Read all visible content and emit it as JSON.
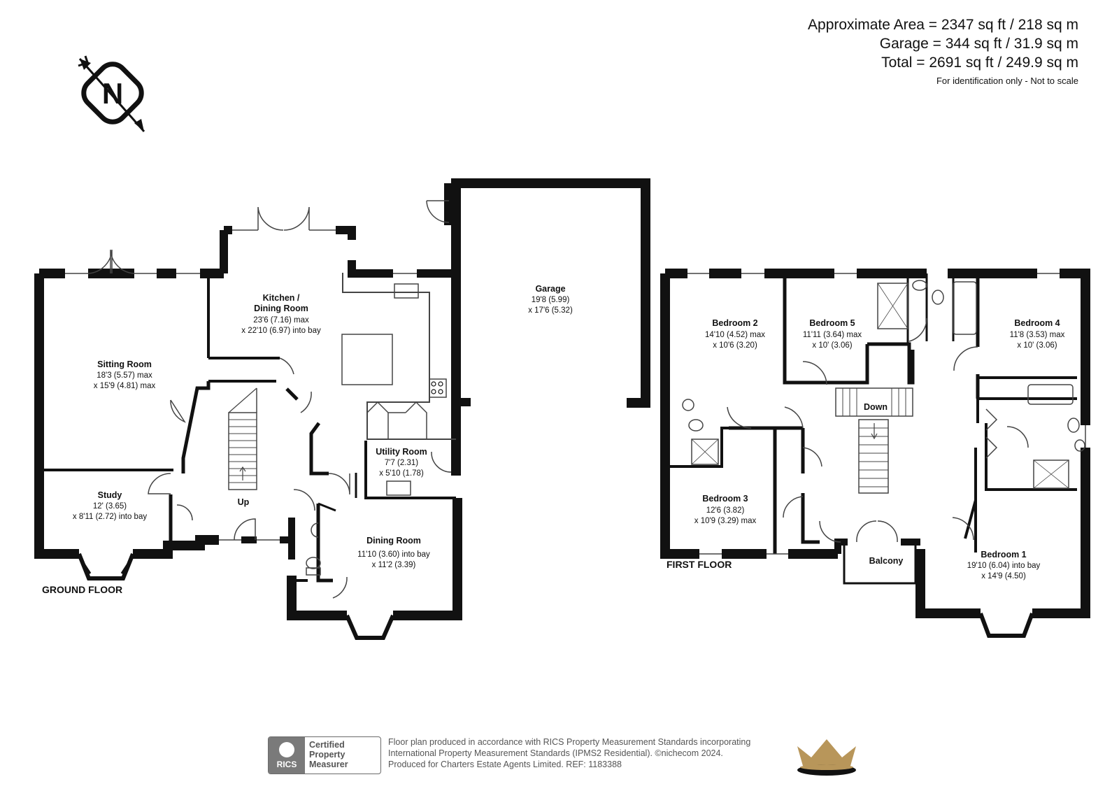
{
  "area": {
    "approx": "Approximate Area = 2347 sq ft / 218 sq m",
    "garage": "Garage = 344 sq ft / 31.9 sq m",
    "total": "Total = 2691 sq ft / 249.9 sq m",
    "note": "For identification only - Not to scale"
  },
  "compass": {
    "letter": "N"
  },
  "floors": {
    "ground": "GROUND FLOOR",
    "first": "FIRST FLOOR"
  },
  "rooms": {
    "sitting": {
      "name": "Sitting Room",
      "dim1": "18'3 (5.57) max",
      "dim2": "x 15'9 (4.81) max"
    },
    "kitchen": {
      "name1": "Kitchen /",
      "name2": "Dining Room",
      "dim1": "23'6 (7.16) max",
      "dim2": "x 22'10 (6.97) into bay"
    },
    "garage": {
      "name": "Garage",
      "dim1": "19'8 (5.99)",
      "dim2": "x 17'6 (5.32)"
    },
    "study": {
      "name": "Study",
      "dim1": "12' (3.65)",
      "dim2": "x 8'11 (2.72) into bay"
    },
    "utility": {
      "name": "Utility Room",
      "dim1": "7'7 (2.31)",
      "dim2": "x 5'10 (1.78)"
    },
    "dining": {
      "name": "Dining Room",
      "dim1": "11'10 (3.60) into bay",
      "dim2": "x 11'2 (3.39)"
    },
    "bed2": {
      "name": "Bedroom 2",
      "dim1": "14'10 (4.52) max",
      "dim2": "x 10'6 (3.20)"
    },
    "bed5": {
      "name": "Bedroom 5",
      "dim1": "11'11 (3.64) max",
      "dim2": "x 10' (3.06)"
    },
    "bed4": {
      "name": "Bedroom 4",
      "dim1": "11'8 (3.53) max",
      "dim2": "x 10' (3.06)"
    },
    "bed3": {
      "name": "Bedroom 3",
      "dim1": "12'6 (3.82)",
      "dim2": "x 10'9 (3.29) max"
    },
    "bed1": {
      "name": "Bedroom 1",
      "dim1": "19'10 (6.04) into bay",
      "dim2": "x 14'9 (4.50)"
    },
    "balcony": {
      "name": "Balcony"
    }
  },
  "stairs": {
    "up": "Up",
    "down": "Down"
  },
  "footer": {
    "rics": "RICS",
    "cert1": "Certified",
    "cert2": "Property",
    "cert3": "Measurer",
    "line1": "Floor plan produced in accordance with RICS Property Measurement Standards incorporating",
    "line2": "International Property Measurement Standards (IPMS2 Residential).  ©nichecom 2024.",
    "line3": "Produced for Charters Estate Agents Limited.   REF: 1183388"
  },
  "colors": {
    "wall": "#111111",
    "thin": "#444444",
    "text": "#111111",
    "gold": "#b8965a"
  }
}
